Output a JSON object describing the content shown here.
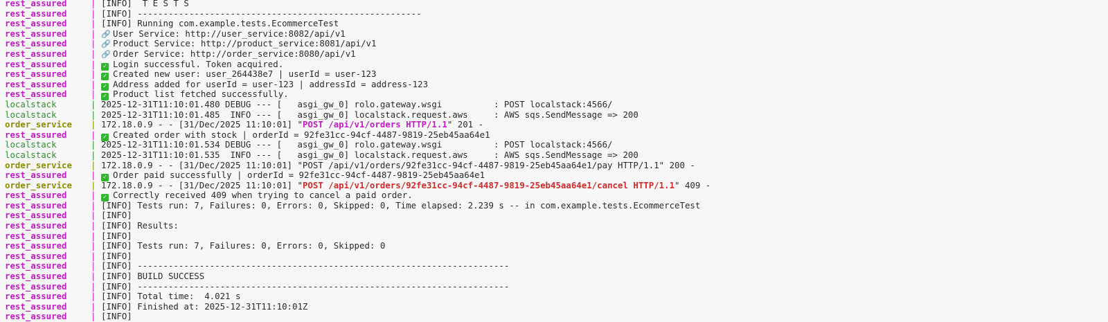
{
  "colors": {
    "rest_assured": "#c21cc4",
    "localstack": "#2f8f2f",
    "order_service": "#8d8d00",
    "highlight_ok": "#c21cc4",
    "highlight_error": "#d12a2a"
  },
  "lines": [
    {
      "service": "rest_assured",
      "segments": [
        {
          "text": "[INFO]  T E S T S"
        }
      ]
    },
    {
      "service": "rest_assured",
      "segments": [
        {
          "text": "[INFO] -------------------------------------------------------"
        }
      ]
    },
    {
      "service": "rest_assured",
      "segments": [
        {
          "text": "[INFO] Running com.example.tests.EcommerceTest"
        }
      ]
    },
    {
      "service": "rest_assured",
      "icon": "link-icon",
      "segments": [
        {
          "text": "User Service: http://user_service:8082/api/v1"
        }
      ]
    },
    {
      "service": "rest_assured",
      "icon": "link-icon",
      "segments": [
        {
          "text": "Product Service: http://product_service:8081/api/v1"
        }
      ]
    },
    {
      "service": "rest_assured",
      "icon": "link-icon",
      "segments": [
        {
          "text": "Order Service: http://order_service:8080/api/v1"
        }
      ]
    },
    {
      "service": "rest_assured",
      "icon": "check-icon",
      "segments": [
        {
          "text": "Login successful. Token acquired."
        }
      ]
    },
    {
      "service": "rest_assured",
      "icon": "check-icon",
      "segments": [
        {
          "text": "Created new user: user_264438e7 | userId = user-123"
        }
      ]
    },
    {
      "service": "rest_assured",
      "icon": "check-icon",
      "segments": [
        {
          "text": "Address added for userId = user-123 | addressId = address-123"
        }
      ]
    },
    {
      "service": "rest_assured",
      "icon": "check-icon",
      "segments": [
        {
          "text": "Product list fetched successfully."
        }
      ]
    },
    {
      "service": "localstack",
      "segments": [
        {
          "text": "2025-12-31T11:10:01.480 DEBUG --- [   asgi_gw_0] rolo.gateway.wsgi          : POST localstack:4566/"
        }
      ]
    },
    {
      "service": "localstack",
      "segments": [
        {
          "text": "2025-12-31T11:10:01.485  INFO --- [   asgi_gw_0] localstack.request.aws     : AWS sqs.SendMessage => 200"
        }
      ]
    },
    {
      "service": "order_service",
      "segments": [
        {
          "text": "172.18.0.9 - - [31/Dec/2025 11:10:01] \""
        },
        {
          "text": "POST /api/v1/orders HTTP/1.1",
          "color": "#c21cc4"
        },
        {
          "text": "\" 201 -"
        }
      ]
    },
    {
      "service": "rest_assured",
      "icon": "check-icon",
      "segments": [
        {
          "text": "Created order with stock | orderId = 92fe31cc-94cf-4487-9819-25eb45aa64e1"
        }
      ]
    },
    {
      "service": "localstack",
      "segments": [
        {
          "text": "2025-12-31T11:10:01.534 DEBUG --- [   asgi_gw_0] rolo.gateway.wsgi          : POST localstack:4566/"
        }
      ]
    },
    {
      "service": "localstack",
      "segments": [
        {
          "text": "2025-12-31T11:10:01.535  INFO --- [   asgi_gw_0] localstack.request.aws     : AWS sqs.SendMessage => 200"
        }
      ]
    },
    {
      "service": "order_service",
      "segments": [
        {
          "text": "172.18.0.9 - - [31/Dec/2025 11:10:01] \"POST /api/v1/orders/92fe31cc-94cf-4487-9819-25eb45aa64e1/pay HTTP/1.1\" 200 -"
        }
      ]
    },
    {
      "service": "rest_assured",
      "icon": "check-icon",
      "segments": [
        {
          "text": "Order paid successfully | orderId = 92fe31cc-94cf-4487-9819-25eb45aa64e1"
        }
      ]
    },
    {
      "service": "order_service",
      "segments": [
        {
          "text": "172.18.0.9 - - [31/Dec/2025 11:10:01] \""
        },
        {
          "text": "POST /api/v1/orders/92fe31cc-94cf-4487-9819-25eb45aa64e1/cancel HTTP/1.1",
          "color": "#d12a2a"
        },
        {
          "text": "\" 409 -"
        }
      ]
    },
    {
      "service": "rest_assured",
      "icon": "check-icon",
      "segments": [
        {
          "text": "Correctly received 409 when trying to cancel a paid order."
        }
      ]
    },
    {
      "service": "rest_assured",
      "segments": [
        {
          "text": "[INFO] Tests run: 7, Failures: 0, Errors: 0, Skipped: 0, Time elapsed: 2.239 s -- in com.example.tests.EcommerceTest"
        }
      ]
    },
    {
      "service": "rest_assured",
      "segments": [
        {
          "text": "[INFO]"
        }
      ]
    },
    {
      "service": "rest_assured",
      "segments": [
        {
          "text": "[INFO] Results:"
        }
      ]
    },
    {
      "service": "rest_assured",
      "segments": [
        {
          "text": "[INFO]"
        }
      ]
    },
    {
      "service": "rest_assured",
      "segments": [
        {
          "text": "[INFO] Tests run: 7, Failures: 0, Errors: 0, Skipped: 0"
        }
      ]
    },
    {
      "service": "rest_assured",
      "segments": [
        {
          "text": "[INFO]"
        }
      ]
    },
    {
      "service": "rest_assured",
      "segments": [
        {
          "text": "[INFO] ------------------------------------------------------------------------"
        }
      ]
    },
    {
      "service": "rest_assured",
      "segments": [
        {
          "text": "[INFO] BUILD SUCCESS"
        }
      ]
    },
    {
      "service": "rest_assured",
      "segments": [
        {
          "text": "[INFO] ------------------------------------------------------------------------"
        }
      ]
    },
    {
      "service": "rest_assured",
      "segments": [
        {
          "text": "[INFO] Total time:  4.021 s"
        }
      ]
    },
    {
      "service": "rest_assured",
      "segments": [
        {
          "text": "[INFO] Finished at: 2025-12-31T11:10:01Z"
        }
      ]
    },
    {
      "service": "rest_assured",
      "segments": [
        {
          "text": "[INFO]"
        }
      ]
    }
  ]
}
